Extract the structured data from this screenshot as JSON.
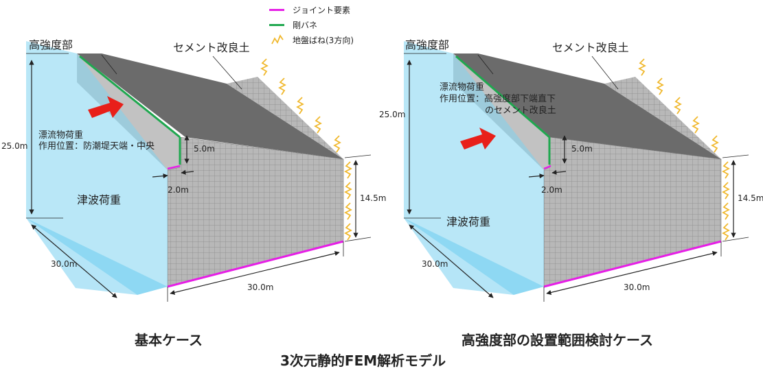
{
  "legend": {
    "items": [
      {
        "label": "ジョイント要素",
        "color": "#e61ee6",
        "kind": "line"
      },
      {
        "label": "剛バネ",
        "color": "#1fa84f",
        "kind": "line"
      },
      {
        "label": "地盤ばね(3方向)",
        "color": "#f0b82d",
        "kind": "spring"
      }
    ]
  },
  "colors": {
    "mesh_fill": "#b8b8b8",
    "mesh_line": "#888888",
    "top_face": "#6b6b6b",
    "tsunami_fill": "#7fd3f0",
    "arrow": "#e8201a",
    "joint": "#e61ee6",
    "rigid": "#1fa84f",
    "spring": "#f0b82d"
  },
  "left_model": {
    "high_strength_label": "高強度部",
    "cement_label": "セメント改良土",
    "load_label_1": "漂流物荷重",
    "load_label_2": "作用位置：防潮堤天端・中央",
    "tsunami_label": "津波荷重",
    "dim_height": "25.0m",
    "dim_top": "5.0m",
    "dim_width": "2.0m",
    "dim_right": "14.5m",
    "dim_depth": "30.0m",
    "dim_length": "30.0m",
    "caption": "基本ケース"
  },
  "right_model": {
    "high_strength_label": "高強度部",
    "cement_label": "セメント改良土",
    "load_label_1": "漂流物荷重",
    "load_label_2": "作用位置：高強度部下端直下",
    "load_label_3": "のセメント改良土",
    "tsunami_label": "津波荷重",
    "dim_height": "25.0m",
    "dim_top": "5.0m",
    "dim_width": "2.0m",
    "dim_right": "14.5m",
    "dim_depth": "30.0m",
    "dim_length": "30.0m",
    "caption": "高強度部の設置範囲検討ケース"
  },
  "main_caption": "3次元静的FEM解析モデル"
}
